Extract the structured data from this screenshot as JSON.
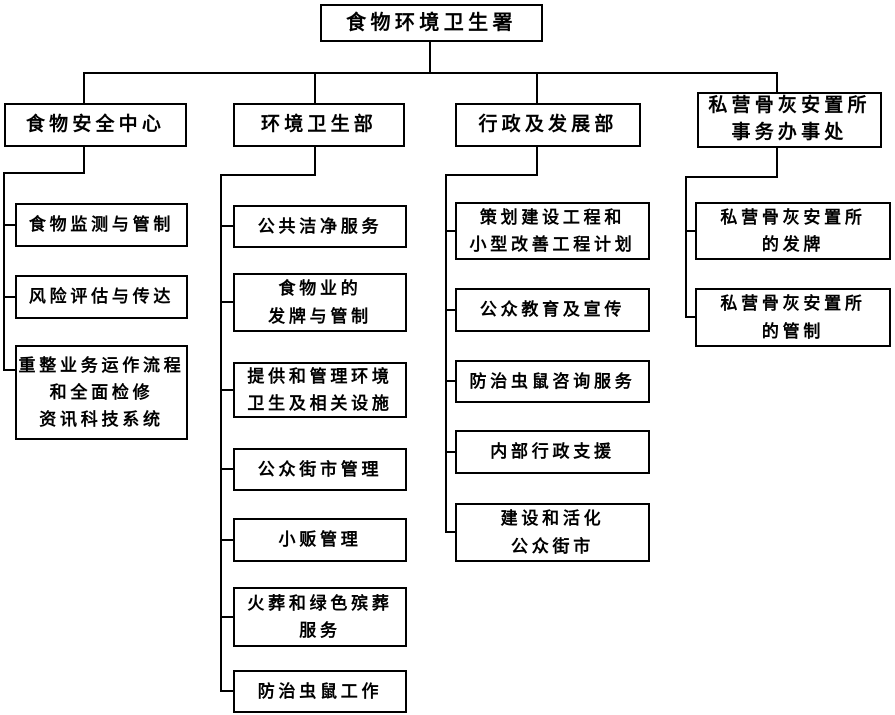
{
  "page": {
    "background": "#ffffff",
    "line_color": "#000000",
    "box_border_color": "#000000"
  },
  "chart": {
    "root": {
      "label": "食物环境卫生署"
    },
    "branches": [
      {
        "label": "食物安全中心",
        "children": [
          {
            "label": "食物监测与管制"
          },
          {
            "label": "风险评估与传达"
          },
          {
            "label": "重整业务运作流程\n和全面检修\n资讯科技系统"
          }
        ]
      },
      {
        "label": "环境卫生部",
        "children": [
          {
            "label": "公共洁净服务"
          },
          {
            "label": "食物业的\n发牌与管制"
          },
          {
            "label": "提供和管理环境\n卫生及相关设施"
          },
          {
            "label": "公众街市管理"
          },
          {
            "label": "小贩管理"
          },
          {
            "label": "火葬和绿色殡葬\n服务"
          },
          {
            "label": "防治虫鼠工作"
          }
        ]
      },
      {
        "label": "行政及发展部",
        "children": [
          {
            "label": "策划建设工程和\n小型改善工程计划"
          },
          {
            "label": "公众教育及宣传"
          },
          {
            "label": "防治虫鼠咨询服务"
          },
          {
            "label": "内部行政支援"
          },
          {
            "label": "建设和活化\n公众街市"
          }
        ]
      },
      {
        "label": "私营骨灰安置所\n事务办事处",
        "children": [
          {
            "label": "私营骨灰安置所\n的发牌"
          },
          {
            "label": "私营骨灰安置所\n的管制"
          }
        ]
      }
    ]
  }
}
